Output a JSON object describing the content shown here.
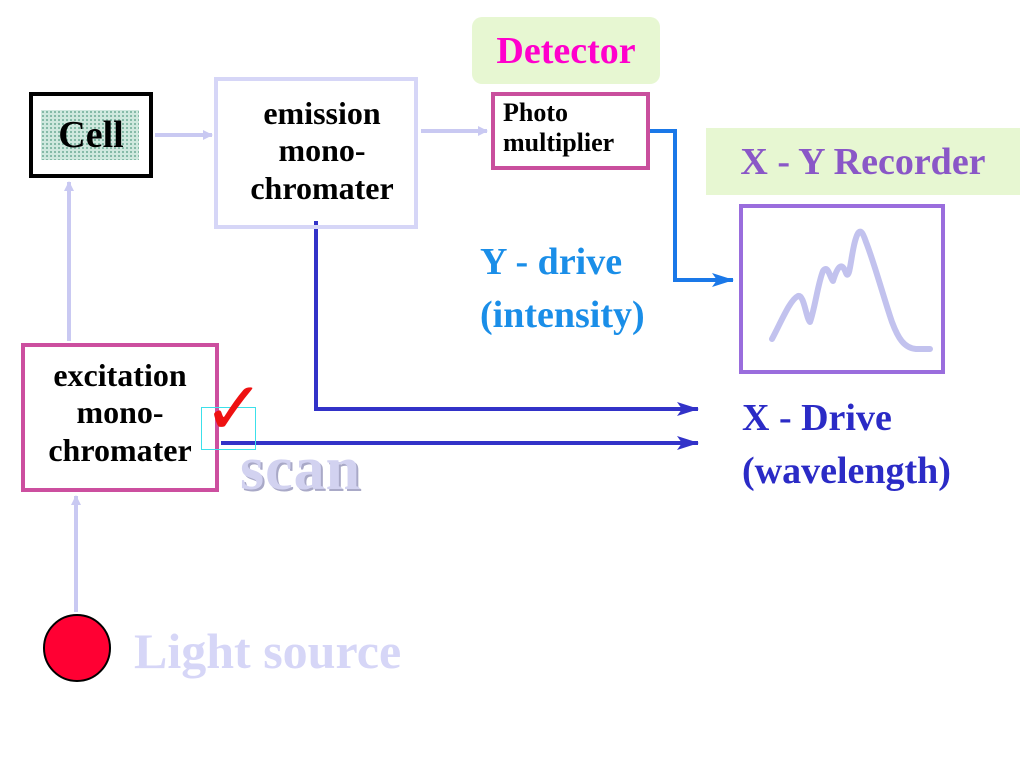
{
  "colors": {
    "wire_light": "#c9c9f2",
    "wire_dark": "#3232c8",
    "pm_signal": "#1a78e8",
    "recorder_trace": "#c2c2ee",
    "light_source_dot": "#ff0033",
    "checkmark": "#ee1111"
  },
  "detector": {
    "title": "Detector"
  },
  "photomultiplier": {
    "line1": "Photo",
    "line2": "multiplier"
  },
  "cell": {
    "label": "Cell"
  },
  "emission_monochromator": {
    "line1": "emission",
    "line2": "mono-",
    "line3": "chromater"
  },
  "excitation_monochromator": {
    "line1": "excitation",
    "line2": "mono-",
    "line3": "chromater"
  },
  "recorder": {
    "title": "X - Y Recorder"
  },
  "y_drive": {
    "line1": "Y - drive",
    "line2": "(intensity)"
  },
  "x_drive": {
    "line1": "X - Drive",
    "line2": "(wavelength)"
  },
  "scan": {
    "label": "scan"
  },
  "light_source": {
    "label": "Light source"
  },
  "icons": {
    "checkmark": "check-mark-icon"
  }
}
